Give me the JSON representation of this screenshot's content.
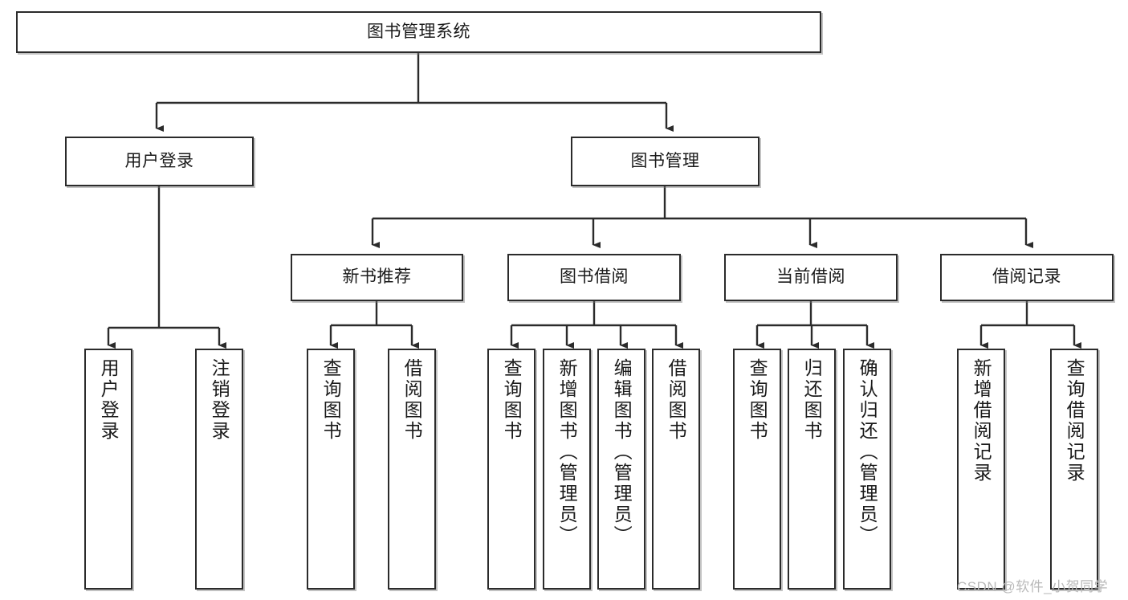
{
  "diagram": {
    "title": "图书管理系统",
    "type": "tree-hierarchy",
    "theme": {
      "border_color": "#2b2b2b",
      "background": "#ffffff",
      "text_color": "#1a1a1a",
      "watermark_color": "#b9b9b9"
    },
    "watermark": "CSDN @软件_小贺同学",
    "levels": {
      "root": {
        "label": "图书管理系统"
      },
      "level2": [
        {
          "label": "用户登录"
        },
        {
          "label": "图书管理"
        }
      ],
      "level3": [
        {
          "label": "新书推荐"
        },
        {
          "label": "图书借阅"
        },
        {
          "label": "当前借阅"
        },
        {
          "label": "借阅记录"
        }
      ],
      "leaves": {
        "user_login": [
          {
            "label": "用户登录"
          },
          {
            "label": "注销登录"
          }
        ],
        "new_book_recommend": [
          {
            "label": "查询图书"
          },
          {
            "label": "借阅图书"
          }
        ],
        "book_borrow": [
          {
            "label": "查询图书"
          },
          {
            "label": "新增图书（管理员）"
          },
          {
            "label": "编辑图书（管理员）"
          },
          {
            "label": "借阅图书"
          }
        ],
        "current_borrow": [
          {
            "label": "查询图书"
          },
          {
            "label": "归还图书"
          },
          {
            "label": "确认归还（管理员）"
          }
        ],
        "borrow_record": [
          {
            "label": "新增借阅记录"
          },
          {
            "label": "查询借阅记录"
          }
        ]
      }
    }
  }
}
